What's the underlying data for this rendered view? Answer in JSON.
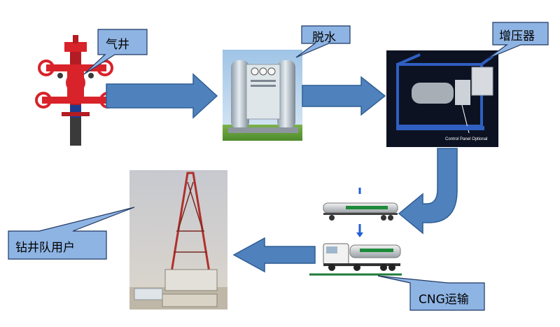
{
  "callouts": {
    "gas_well": "气井",
    "dehydration": "脱水",
    "compressor": "增压器",
    "drilling_user": "钻井队用户",
    "cng_transport": "CNG运输"
  },
  "compressor_caption": "Control Panel Optional",
  "colors": {
    "arrow_fill": "#4f81bd",
    "arrow_stroke": "#2f5f94",
    "callout_fill": "#8eb4e3",
    "callout_stroke": "#1f3864",
    "wellhead_red": "#d8232a",
    "ground_line": "#1e7b3a"
  }
}
